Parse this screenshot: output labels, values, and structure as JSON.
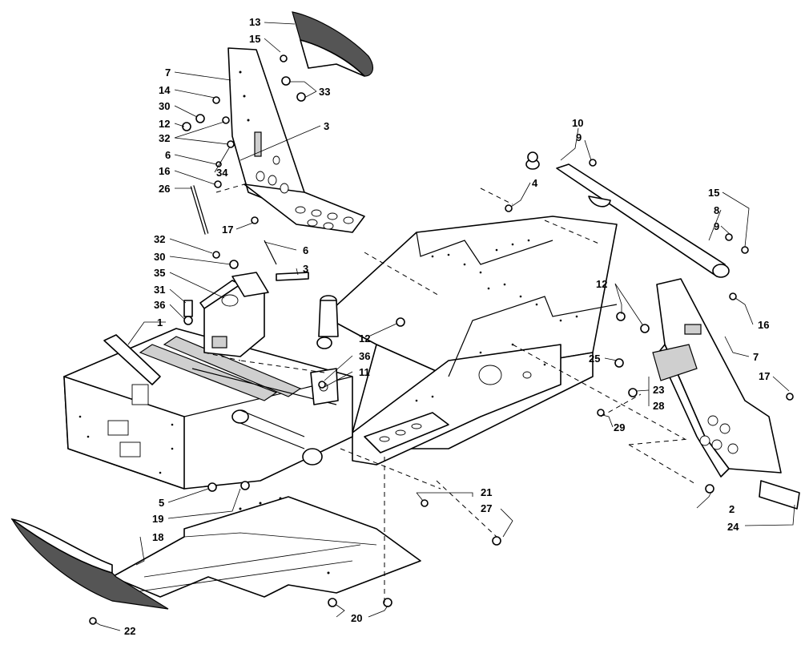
{
  "callouts": [
    {
      "id": "c13a",
      "text": "13"
    },
    {
      "id": "c15a",
      "text": "15"
    },
    {
      "id": "c7a",
      "text": "7"
    },
    {
      "id": "c14",
      "text": "14"
    },
    {
      "id": "c33",
      "text": "33"
    },
    {
      "id": "c30a",
      "text": "30"
    },
    {
      "id": "c12a",
      "text": "12"
    },
    {
      "id": "c3a",
      "text": "3"
    },
    {
      "id": "c32a",
      "text": "32"
    },
    {
      "id": "c6a",
      "text": "6"
    },
    {
      "id": "c34",
      "text": "34"
    },
    {
      "id": "c16a",
      "text": "16"
    },
    {
      "id": "c26",
      "text": "26"
    },
    {
      "id": "c17a",
      "text": "17"
    },
    {
      "id": "c32b",
      "text": "32"
    },
    {
      "id": "c30b",
      "text": "30"
    },
    {
      "id": "c35",
      "text": "35"
    },
    {
      "id": "c31",
      "text": "31"
    },
    {
      "id": "c36a",
      "text": "36"
    },
    {
      "id": "c1",
      "text": "1"
    },
    {
      "id": "c6b",
      "text": "6"
    },
    {
      "id": "c3b",
      "text": "3"
    },
    {
      "id": "c12b",
      "text": "12"
    },
    {
      "id": "c36b",
      "text": "36"
    },
    {
      "id": "c11",
      "text": "11"
    },
    {
      "id": "c10",
      "text": "10"
    },
    {
      "id": "c9a",
      "text": "9"
    },
    {
      "id": "c4",
      "text": "4"
    },
    {
      "id": "c15b",
      "text": "15"
    },
    {
      "id": "c8",
      "text": "8"
    },
    {
      "id": "c9b",
      "text": "9"
    },
    {
      "id": "c12c",
      "text": "12"
    },
    {
      "id": "c16b",
      "text": "16"
    },
    {
      "id": "c25",
      "text": "25"
    },
    {
      "id": "c7b",
      "text": "7"
    },
    {
      "id": "c17b",
      "text": "17"
    },
    {
      "id": "c23",
      "text": "23"
    },
    {
      "id": "c28",
      "text": "28"
    },
    {
      "id": "c29",
      "text": "29"
    },
    {
      "id": "c5",
      "text": "5"
    },
    {
      "id": "c19",
      "text": "19"
    },
    {
      "id": "c21",
      "text": "21"
    },
    {
      "id": "c27",
      "text": "27"
    },
    {
      "id": "c18",
      "text": "18"
    },
    {
      "id": "c2",
      "text": "2"
    },
    {
      "id": "c24",
      "text": "24"
    },
    {
      "id": "c20",
      "text": "20"
    },
    {
      "id": "c22",
      "text": "22"
    }
  ]
}
